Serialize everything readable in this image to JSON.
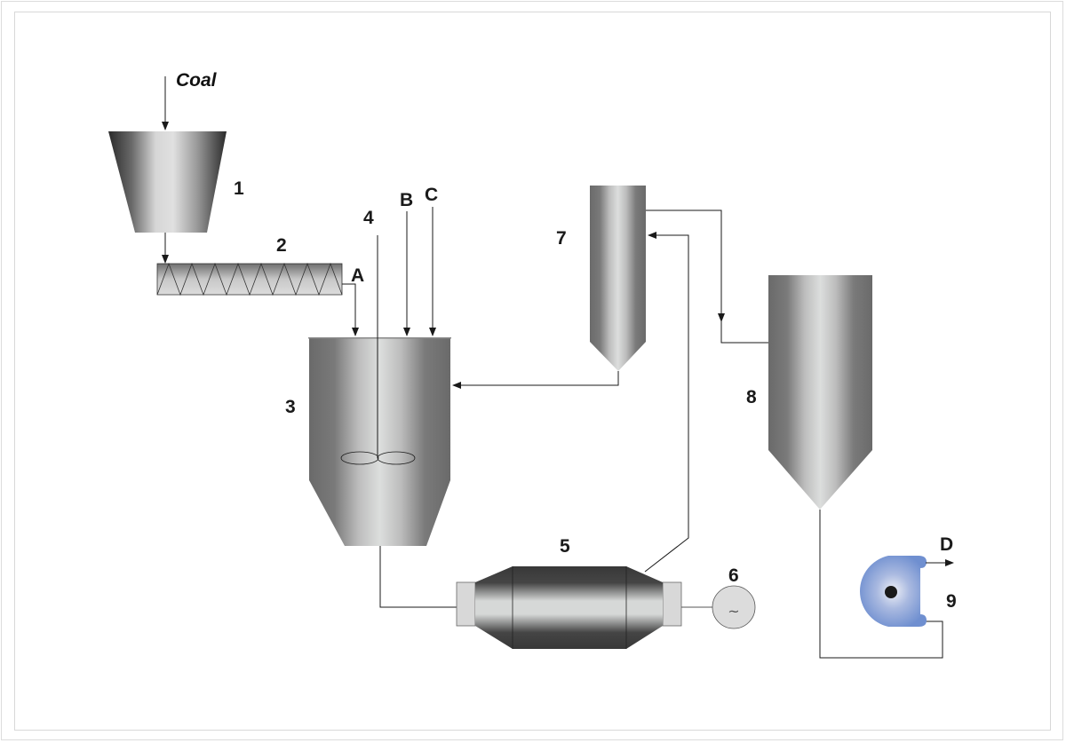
{
  "diagram": {
    "feed_label": "Coal",
    "components": [
      {
        "id": "1",
        "label": "1",
        "kind": "feed-hopper"
      },
      {
        "id": "2",
        "label": "2",
        "kind": "screw-conveyor"
      },
      {
        "id": "3",
        "label": "3",
        "kind": "mixing-tank"
      },
      {
        "id": "4",
        "label": "4",
        "kind": "agitator"
      },
      {
        "id": "5",
        "label": "5",
        "kind": "mill"
      },
      {
        "id": "6",
        "label": "6",
        "kind": "motor"
      },
      {
        "id": "7",
        "label": "7",
        "kind": "cyclone-separator"
      },
      {
        "id": "8",
        "label": "8",
        "kind": "settling-tank"
      },
      {
        "id": "9",
        "label": "9",
        "kind": "pump"
      }
    ],
    "streams": {
      "A": "A",
      "B": "B",
      "C": "C",
      "D": "D"
    },
    "motor_symbol": "~",
    "colors": {
      "steel_dark": "#6a6a6a",
      "steel_light": "#dcdedd",
      "line": "#1a1a1a",
      "pump_blue": "#6f8fd0",
      "frame": "#dcdcdc"
    }
  }
}
